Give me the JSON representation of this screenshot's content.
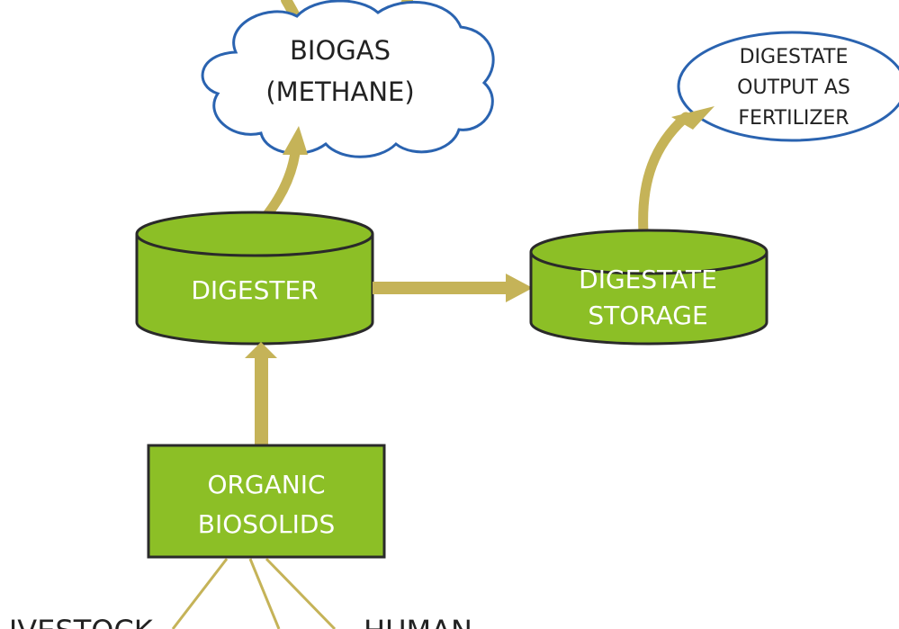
{
  "colors": {
    "green": "#8cbf26",
    "green_dark": "#2a2a2a",
    "arrow": "#c5b358",
    "cloud_stroke": "#2a63b0",
    "text_dark": "#222222"
  },
  "nodes": {
    "biogas": {
      "line1": "BIOGAS",
      "line2": "(METHANE)"
    },
    "digestate_output": {
      "line1": "DIGESTATE",
      "line2": "OUTPUT AS",
      "line3": "FERTILIZER"
    },
    "digester": {
      "label": "DIGESTER"
    },
    "digestate_storage": {
      "line1": "DIGESTATE",
      "line2": "STORAGE"
    },
    "organic_biosolids": {
      "line1": "ORGANIC",
      "line2": "BIOSOLIDS"
    },
    "livestock": {
      "label": "LIVESTOCK"
    },
    "human": {
      "label": "HUMAN"
    }
  }
}
